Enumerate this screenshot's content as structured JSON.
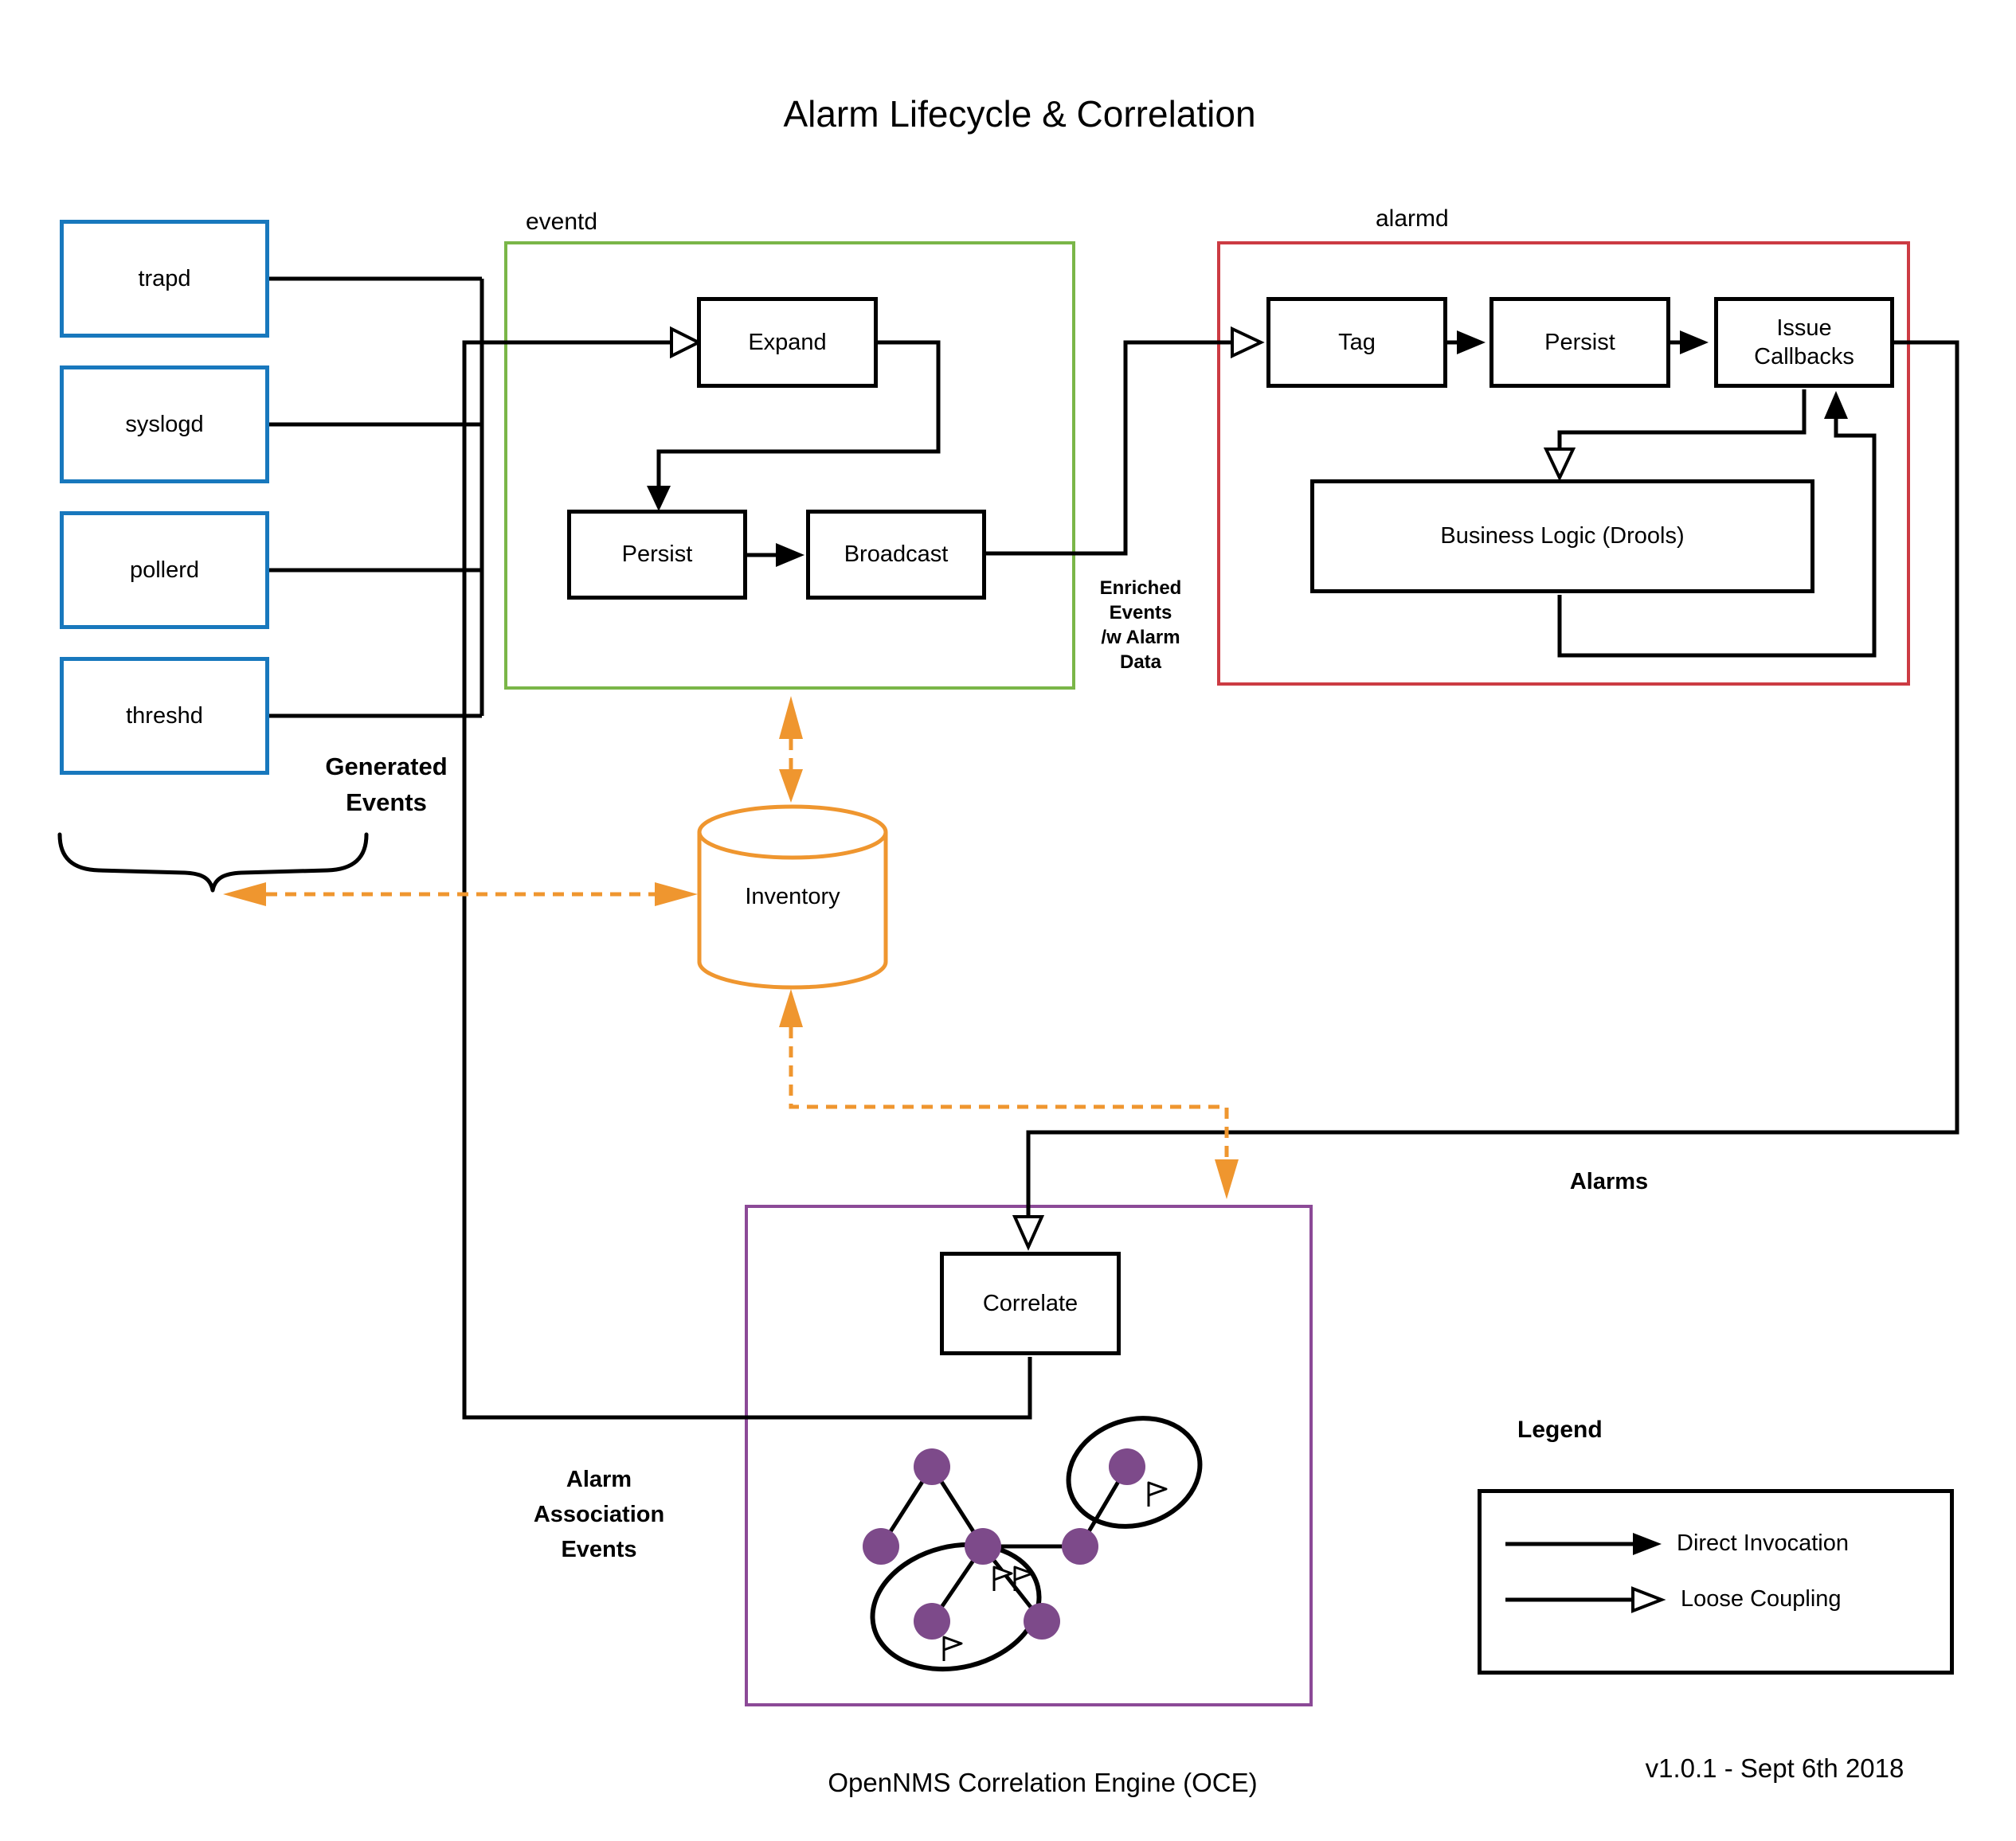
{
  "title": "Alarm Lifecycle & Correlation",
  "version": "v1.0.1 - Sept 6th 2018",
  "colors": {
    "blue": "#1878bd",
    "green": "#7ab648",
    "red": "#cc3b43",
    "orange": "#ef962f",
    "purple": "#8c4a97",
    "node": "#7d4a8a",
    "line": "#000000"
  },
  "sources": {
    "items": [
      "trapd",
      "syslogd",
      "pollerd",
      "threshd"
    ],
    "caption_lines": [
      "Generated",
      "Events"
    ]
  },
  "eventd": {
    "title": "eventd",
    "expand": "Expand",
    "persist": "Persist",
    "broadcast": "Broadcast"
  },
  "alarmd": {
    "title": "alarmd",
    "tag": "Tag",
    "persist": "Persist",
    "issue_callbacks": "Issue Callbacks",
    "business_logic": "Business Logic (Drools)"
  },
  "inventory": {
    "label": "Inventory"
  },
  "enriched_lines": [
    "Enriched",
    "Events",
    "/w Alarm",
    "Data"
  ],
  "alarms_label": "Alarms",
  "oce": {
    "correlate": "Correlate",
    "caption": "OpenNMS Correlation Engine (OCE)",
    "association_lines": [
      "Alarm",
      "Association",
      "Events"
    ]
  },
  "legend": {
    "title": "Legend",
    "direct": "Direct Invocation",
    "loose": "Loose Coupling"
  }
}
